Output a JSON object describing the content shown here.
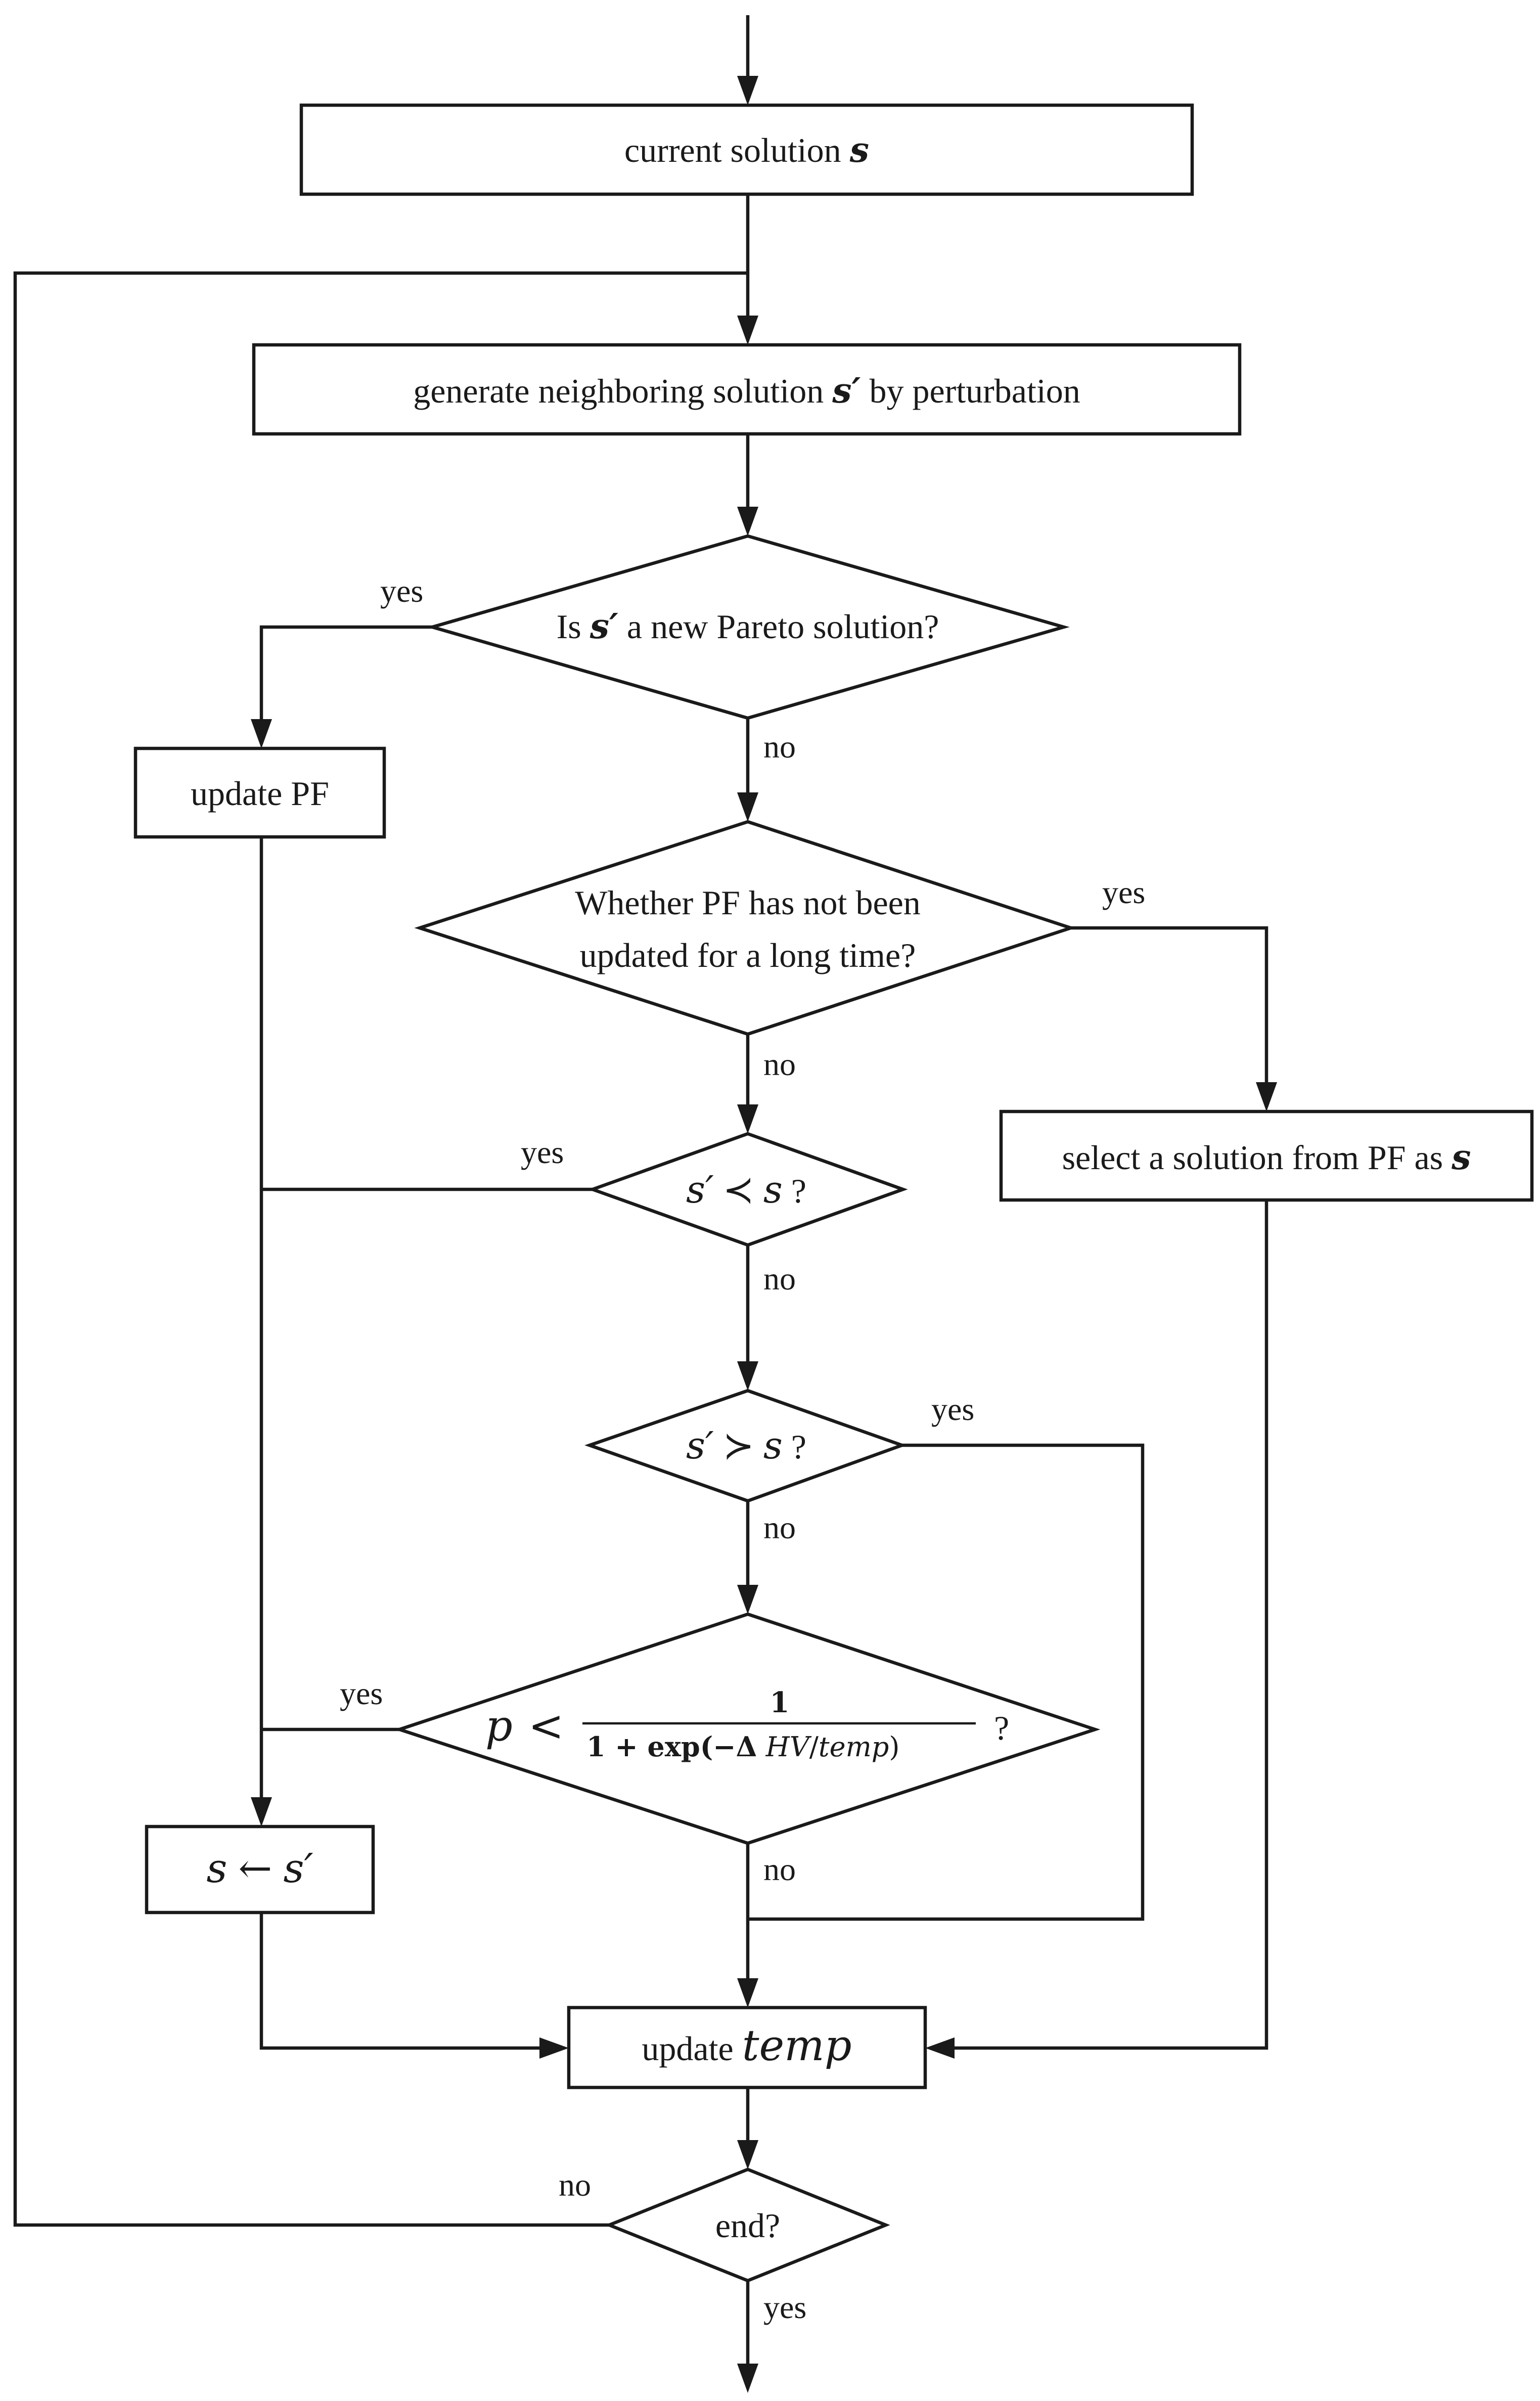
{
  "nodes": {
    "current_solution": {
      "text": "current solution ",
      "var": "s"
    },
    "generate_neighbor": {
      "text_before": "generate neighboring solution ",
      "var": "s′",
      "text_after": " by perturbation"
    },
    "is_new_pareto": {
      "text_before": "Is ",
      "var": "s′",
      "text_after": " a new Pareto solution?"
    },
    "update_pf": {
      "text": "update PF"
    },
    "pf_not_updated": {
      "line1": "Whether PF has not been",
      "line2": "updated for a long time?"
    },
    "select_from_pf": {
      "text": "select a solution from PF as ",
      "var": "s"
    },
    "dominates": {
      "left": "s′",
      "op": "≺",
      "right": "s",
      "q": " ?"
    },
    "dominated": {
      "left": "s′",
      "op": "≻",
      "right": "s",
      "q": " ?"
    },
    "probability": {
      "p": "p",
      "lt": "<",
      "numerator": "1",
      "denominator_a": "1 + exp(−",
      "delta": "Δ",
      "hv": " HV",
      "slash": "/",
      "temp": "temp",
      "close": ")",
      "q": "?"
    },
    "assign": {
      "left": "s",
      "arrow": "←",
      "right": "s′"
    },
    "update_temp": {
      "text": "update ",
      "var": "temp"
    },
    "end": {
      "text": "end?"
    }
  },
  "edge_labels": {
    "pareto_yes": "yes",
    "pareto_no": "no",
    "pf_yes": "yes",
    "pf_no": "no",
    "dom_yes": "yes",
    "dom_no": "no",
    "domd_yes": "yes",
    "domd_no": "no",
    "prob_yes": "yes",
    "prob_no": "no",
    "end_no": "no",
    "end_yes": "yes"
  },
  "colors": {
    "stroke": "#1a1a1a",
    "background": "#ffffff"
  }
}
